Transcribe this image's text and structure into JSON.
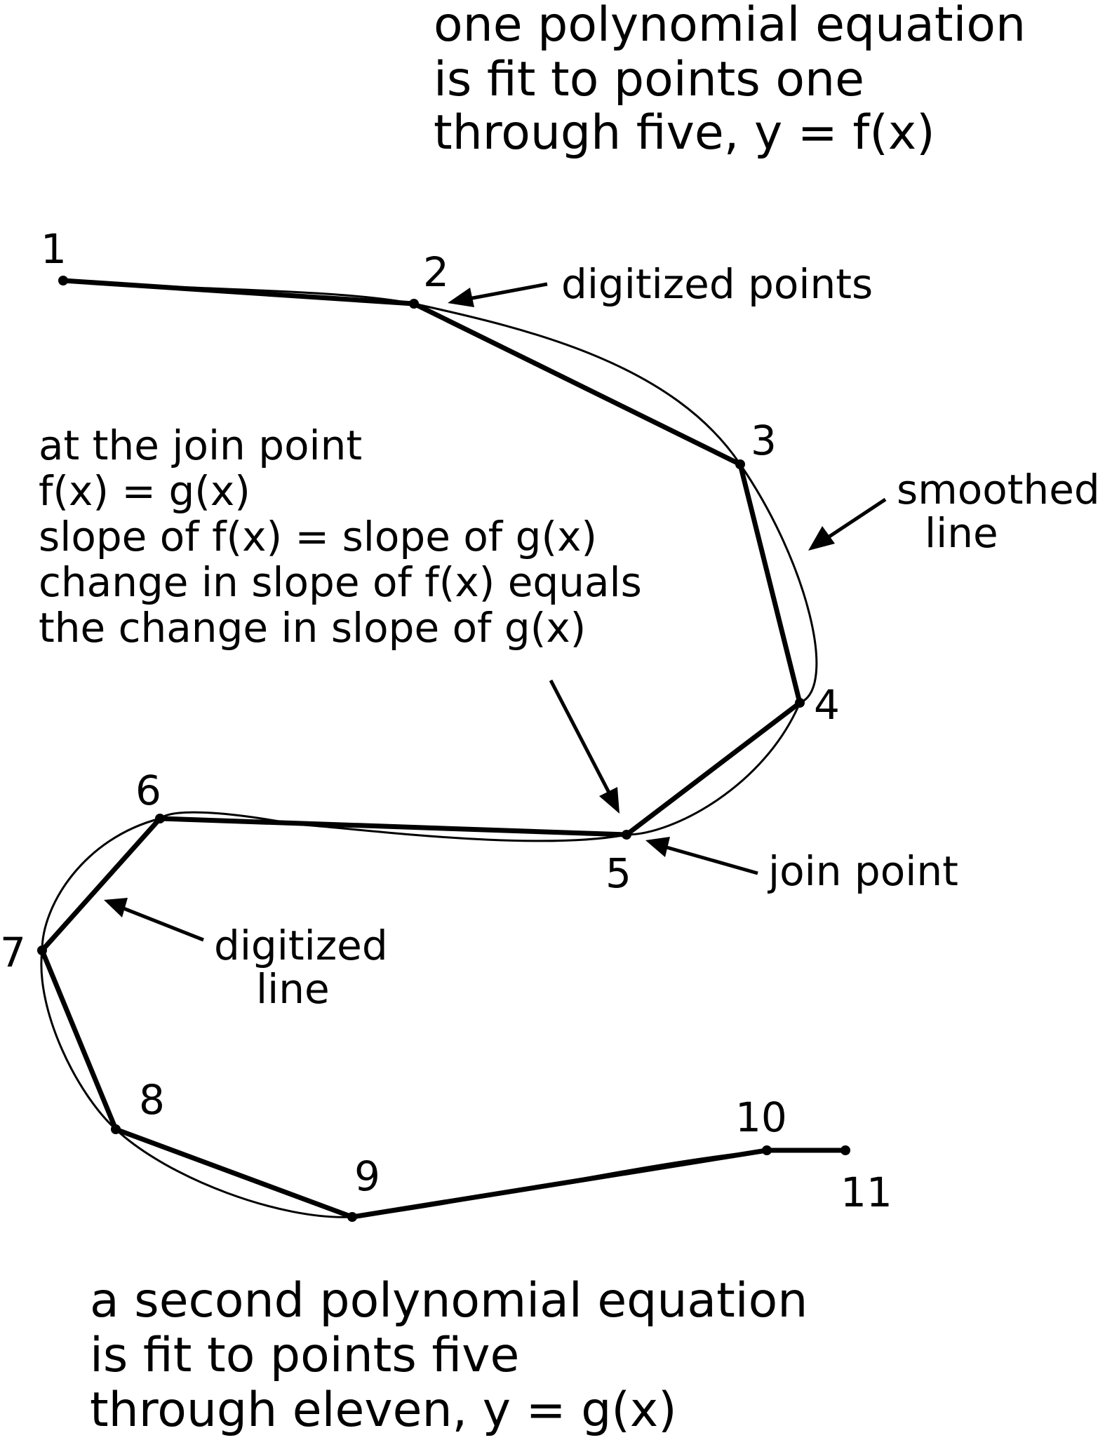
{
  "header_text": {
    "line1": "one polynomial equation",
    "line2": "is fit to points one",
    "line3": "through five, y = f(x)"
  },
  "footer_text": {
    "line1": "a second polynomial equation",
    "line2": "is fit to points five",
    "line3": "through eleven, y = g(x)"
  },
  "join_conditions": {
    "line1": "at the join point",
    "line2": "f(x) = g(x)",
    "line3": "slope of f(x) = slope of g(x)",
    "line4": "change in slope of f(x) equals",
    "line5": "the change in slope of g(x)"
  },
  "callouts": {
    "digitized_points": "digitized points",
    "smoothed_line_1": "smoothed",
    "smoothed_line_2": "line",
    "join_point": "join point",
    "digitized_line_1": "digitized",
    "digitized_line_2": "line"
  },
  "point_labels": [
    "1",
    "2",
    "3",
    "4",
    "5",
    "6",
    "7",
    "8",
    "9",
    "10",
    "11"
  ],
  "colors": {
    "ink": "#000000",
    "background": "#ffffff"
  }
}
